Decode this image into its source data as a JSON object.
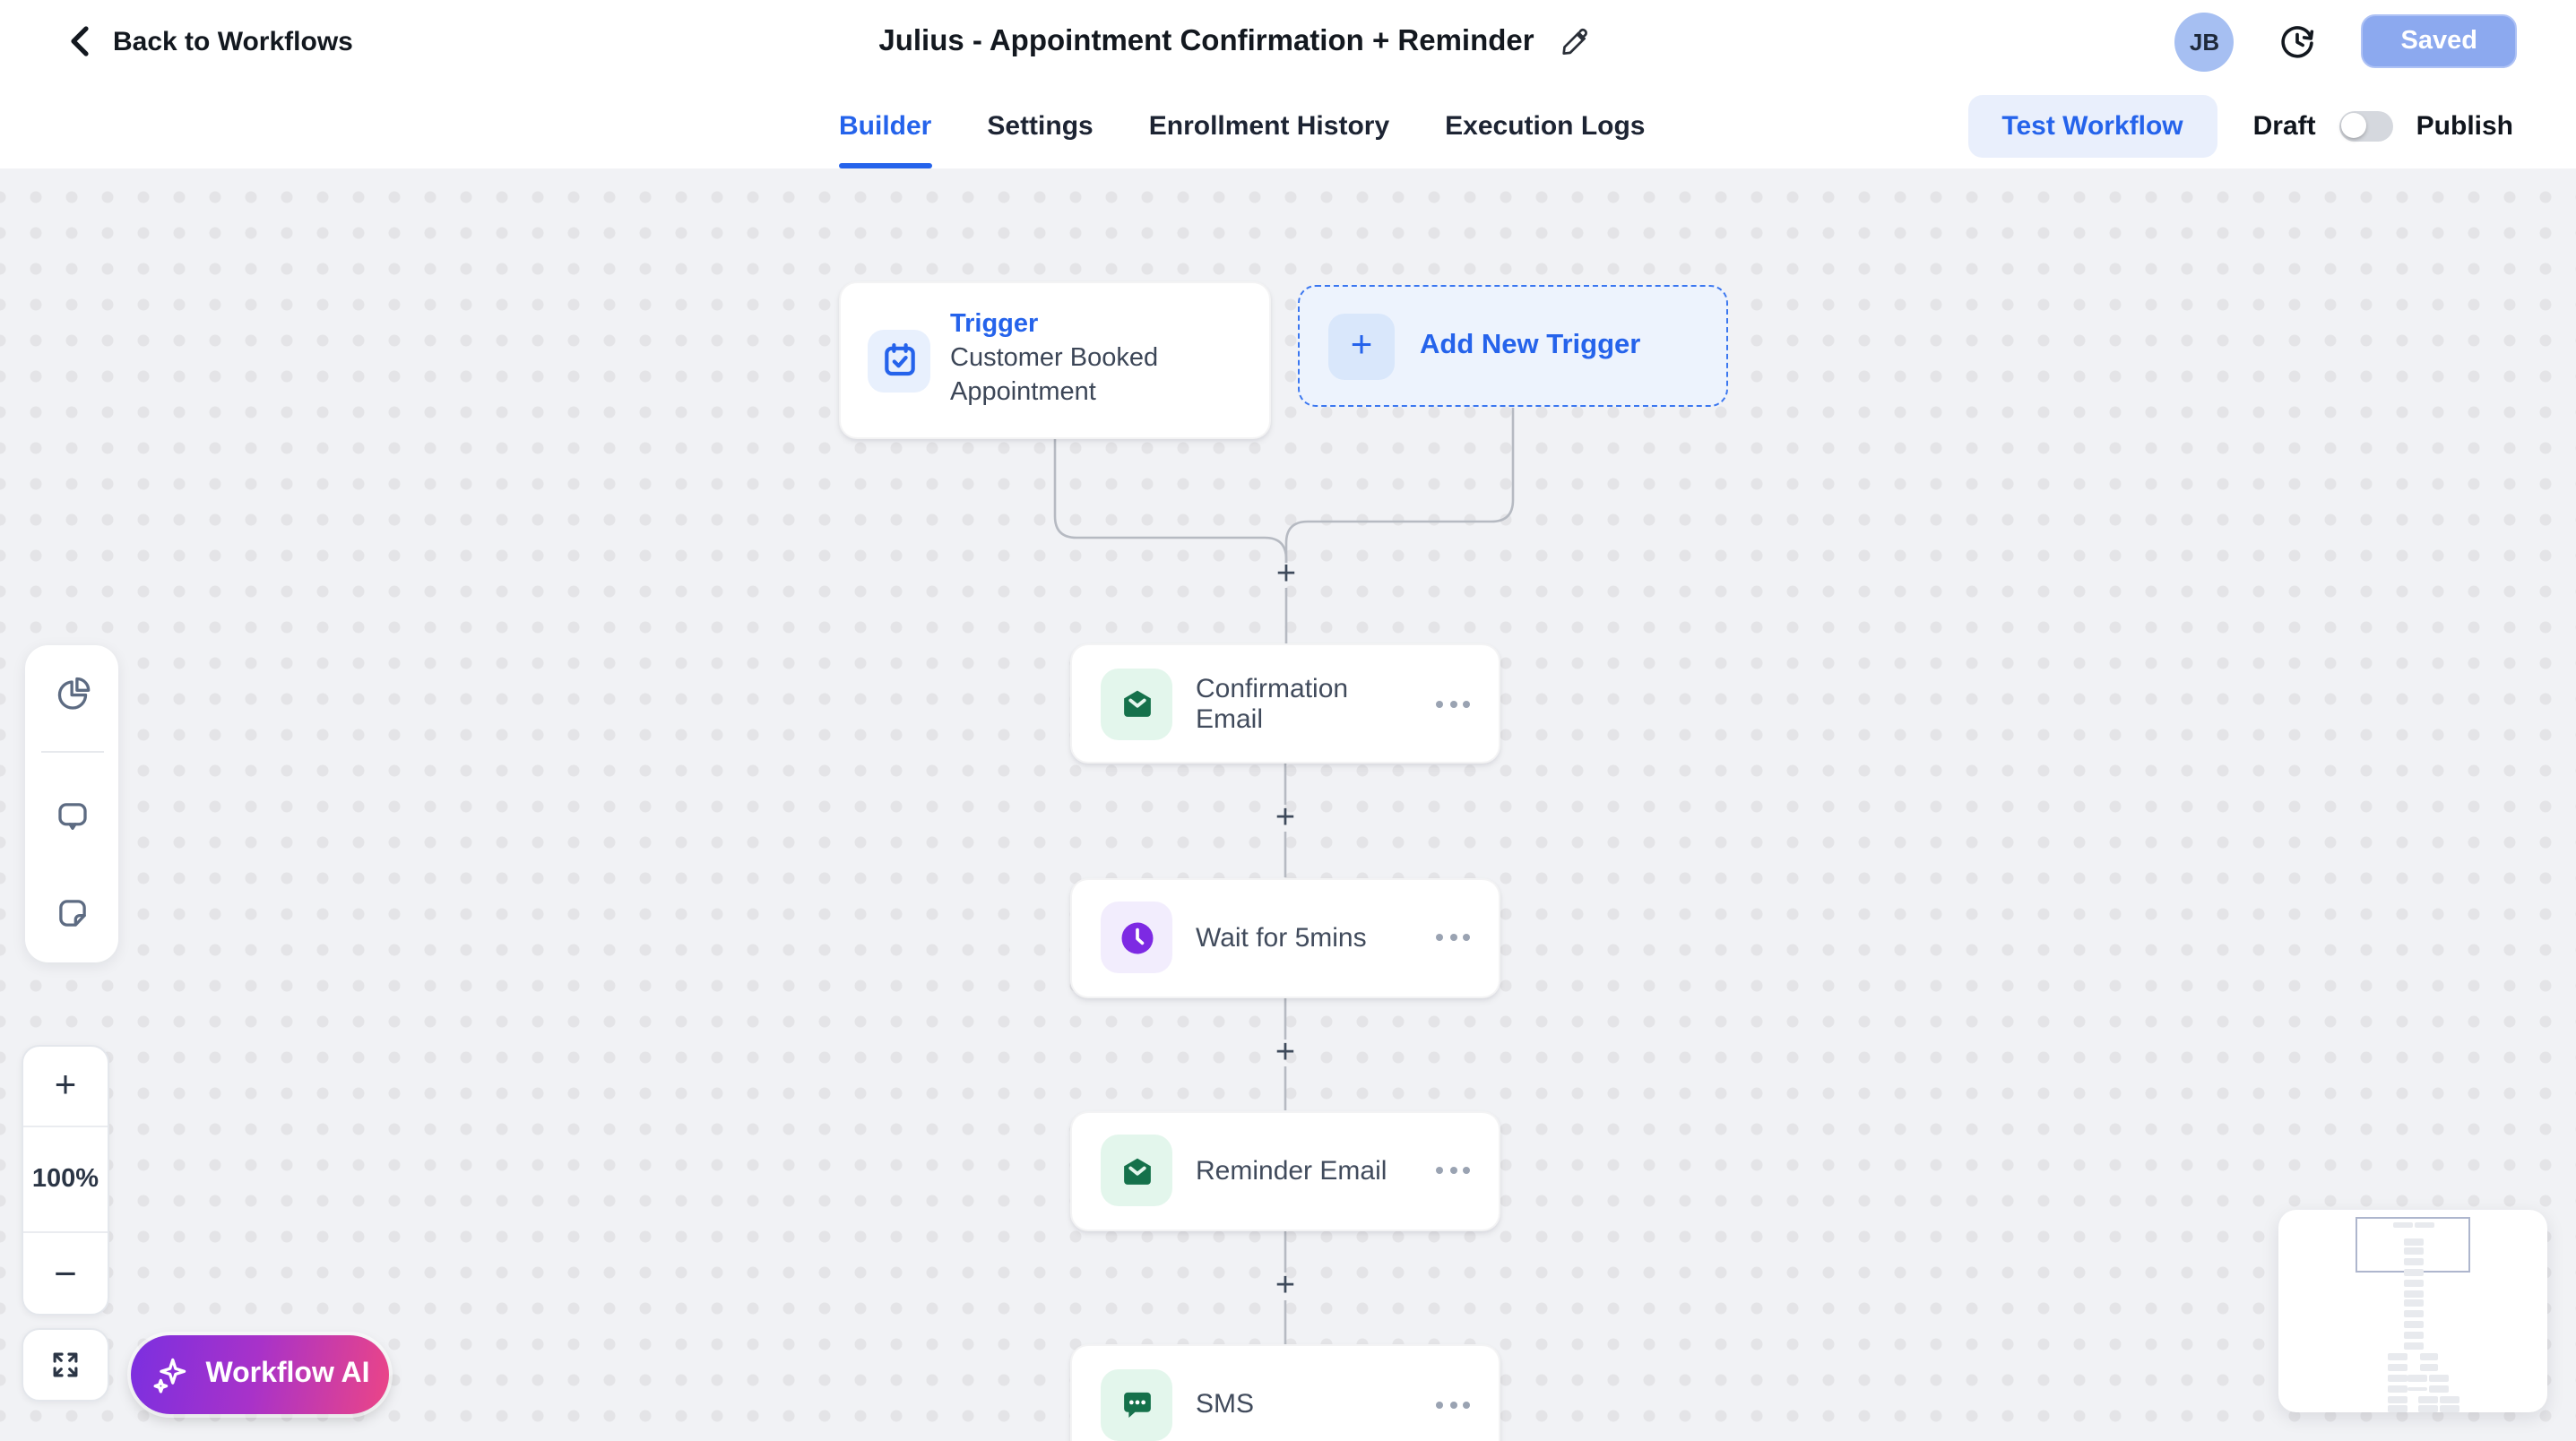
{
  "header": {
    "back_label": "Back to Workflows",
    "title": "Julius - Appointment Confirmation + Reminder",
    "avatar_initials": "JB",
    "save_status": "Saved"
  },
  "tabs": {
    "items": [
      {
        "label": "Builder",
        "active": true
      },
      {
        "label": "Settings",
        "active": false
      },
      {
        "label": "Enrollment History",
        "active": false
      },
      {
        "label": "Execution Logs",
        "active": false
      }
    ],
    "test_workflow_label": "Test Workflow",
    "draft_label": "Draft",
    "publish_label": "Publish",
    "publish_toggle_state": "off"
  },
  "canvas": {
    "trigger": {
      "kicker": "Trigger",
      "title": "Customer Booked Appointment",
      "icon": "calendar-check-icon",
      "accent_color": "#2563eb"
    },
    "add_trigger": {
      "label": "Add New Trigger",
      "plus": "+",
      "icon": "plus-icon"
    },
    "plus": "+",
    "nodes": [
      {
        "label": "Confirmation Email",
        "icon": "email-icon",
        "icon_color": "#15714b",
        "icon_bg": "#e3f6ec"
      },
      {
        "label": "Wait for 5mins",
        "icon": "clock-icon",
        "icon_color": "#7d2ae3",
        "icon_bg": "#f2edfd"
      },
      {
        "label": "Reminder Email",
        "icon": "email-icon",
        "icon_color": "#15714b",
        "icon_bg": "#e3f6ec"
      },
      {
        "label": "SMS",
        "icon": "sms-icon",
        "icon_color": "#15714b",
        "icon_bg": "#e3f6ec"
      }
    ]
  },
  "controls": {
    "zoom_in": "+",
    "zoom_level": "100%",
    "zoom_out": "−",
    "workflow_ai_label": "Workflow AI",
    "left_toolbar_icons": [
      "pie-chart-icon",
      "comment-icon",
      "sticky-note-icon"
    ],
    "expand_icon": "expand-icon"
  },
  "colors": {
    "accent_blue": "#2563eb",
    "saved_button": "#8ca9ef",
    "canvas_bg": "#f1f2f5",
    "workflow_ai_gradient": [
      "#7b2fe0",
      "#ec4586"
    ]
  }
}
